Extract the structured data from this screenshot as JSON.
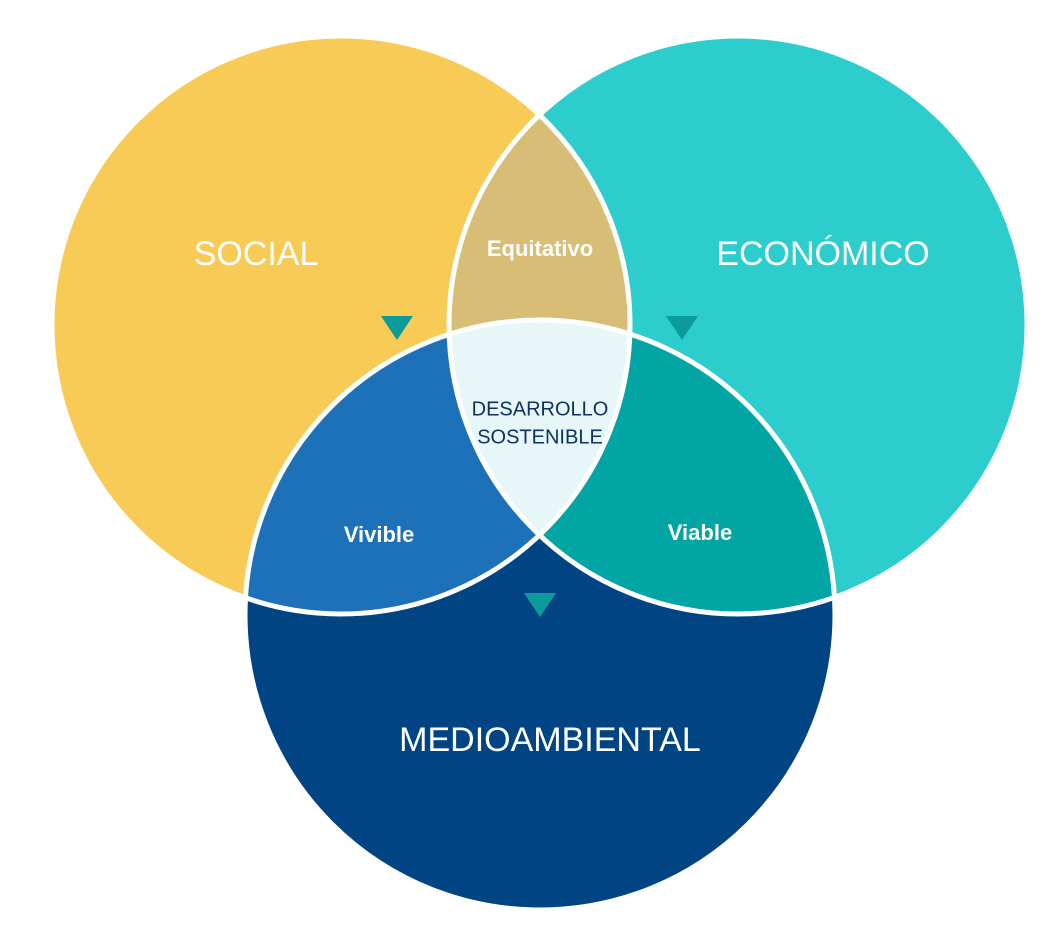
{
  "diagram": {
    "circles": {
      "social": {
        "label": "SOCIAL",
        "color": "#F7CB55"
      },
      "economico": {
        "label": "ECONÓMICO",
        "color": "#2ECDCD"
      },
      "medioambiental": {
        "label": "MEDIOAMBIENTAL",
        "color": "#004483"
      }
    },
    "intersections": {
      "equitativo": {
        "label": "Equitativo",
        "color": "#D8BD76"
      },
      "vivible": {
        "label": "Vivible",
        "color": "#1C71B8"
      },
      "viable": {
        "label": "Viable",
        "color": "#00A5A4"
      }
    },
    "center": {
      "line1": "DESARROLLO",
      "line2": "SOSTENIBLE",
      "color": "#E7F7F8",
      "text_color": "#0E3163"
    },
    "colors": {
      "label_text": "#FFFFFF",
      "outline": "#FFFFFF",
      "arrow": "#0C9B9B"
    }
  }
}
